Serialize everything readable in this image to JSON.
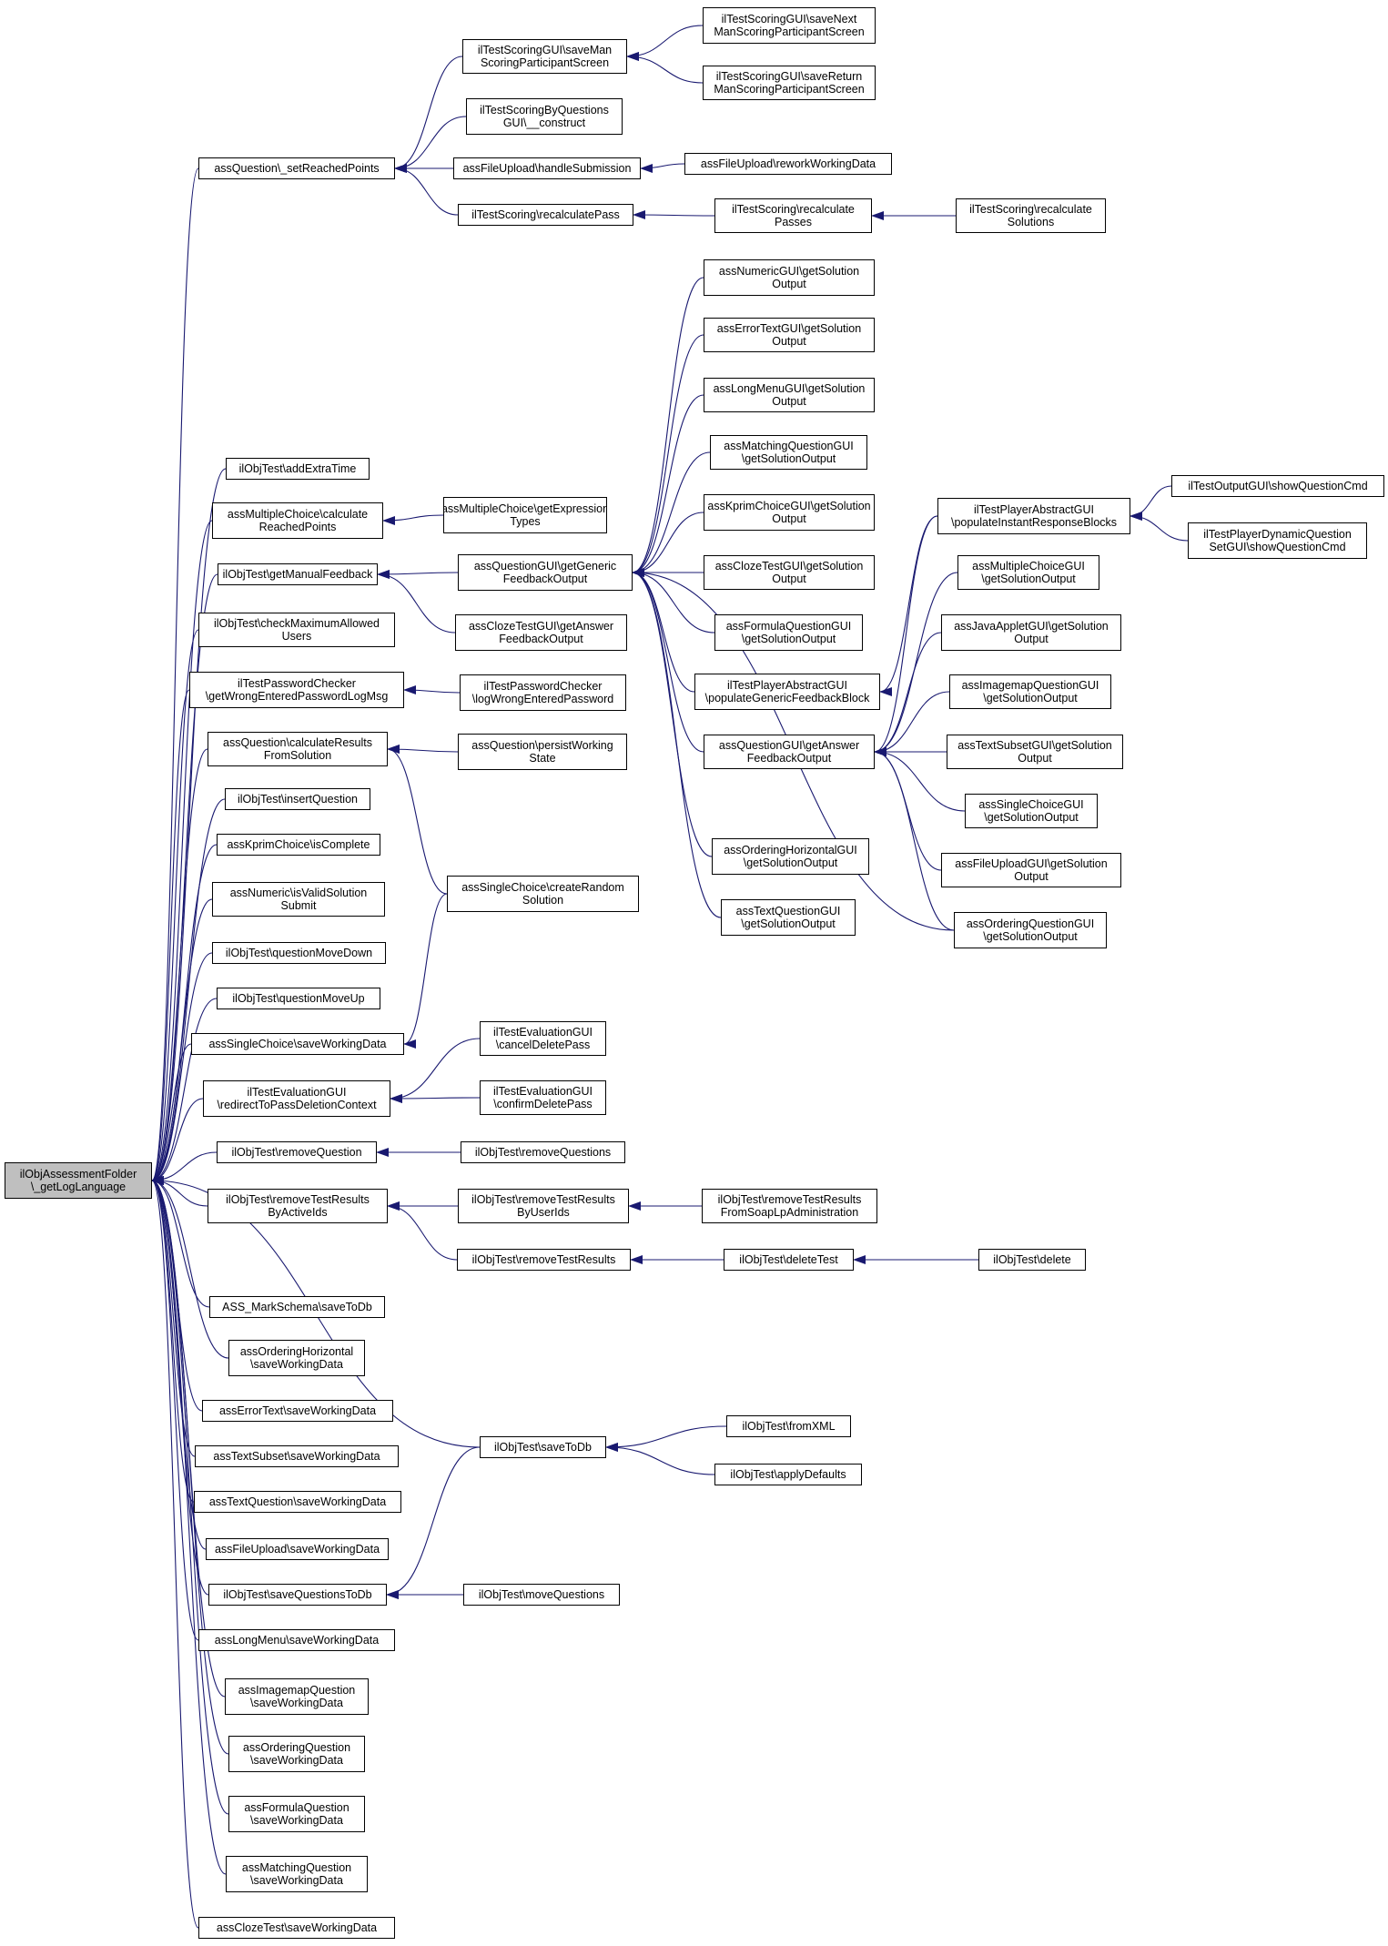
{
  "diagram": {
    "root": "n0",
    "nodes": [
      {
        "id": "n0",
        "label": "ilObjAssessmentFolder\n\\_getLogLanguage"
      },
      {
        "id": "n1",
        "label": "assQuestion\\_setReachedPoints"
      },
      {
        "id": "n2",
        "label": "ilTestScoringGUI\\saveMan\nScoringParticipantScreen"
      },
      {
        "id": "n3",
        "label": "ilTestScoringGUI\\saveNext\nManScoringParticipantScreen"
      },
      {
        "id": "n4",
        "label": "ilTestScoringGUI\\saveReturn\nManScoringParticipantScreen"
      },
      {
        "id": "n5",
        "label": "ilTestScoringByQuestions\nGUI\\__construct"
      },
      {
        "id": "n6",
        "label": "assFileUpload\\handleSubmission"
      },
      {
        "id": "n7",
        "label": "assFileUpload\\reworkWorkingData"
      },
      {
        "id": "n8",
        "label": "ilTestScoring\\recalculatePass"
      },
      {
        "id": "n9",
        "label": "ilTestScoring\\recalculate\nPasses"
      },
      {
        "id": "n10",
        "label": "ilTestScoring\\recalculate\nSolutions"
      },
      {
        "id": "n11",
        "label": "assNumericGUI\\getSolution\nOutput"
      },
      {
        "id": "n12",
        "label": "assErrorTextGUI\\getSolution\nOutput"
      },
      {
        "id": "n13",
        "label": "assLongMenuGUI\\getSolution\nOutput"
      },
      {
        "id": "n14",
        "label": "assMatchingQuestionGUI\n\\getSolutionOutput"
      },
      {
        "id": "n15",
        "label": "assKprimChoiceGUI\\getSolution\nOutput"
      },
      {
        "id": "n16",
        "label": "assClozeTestGUI\\getSolution\nOutput"
      },
      {
        "id": "n17",
        "label": "assFormulaQuestionGUI\n\\getSolutionOutput"
      },
      {
        "id": "n18",
        "label": "ilTestPlayerAbstractGUI\n\\populateGenericFeedbackBlock"
      },
      {
        "id": "n19",
        "label": "assQuestionGUI\\getAnswer\nFeedbackOutput"
      },
      {
        "id": "n20",
        "label": "assOrderingHorizontalGUI\n\\getSolutionOutput"
      },
      {
        "id": "n21",
        "label": "assTextQuestionGUI\n\\getSolutionOutput"
      },
      {
        "id": "n22",
        "label": "ilTestPlayerAbstractGUI\n\\populateInstantResponseBlocks"
      },
      {
        "id": "n23",
        "label": "ilTestOutputGUI\\showQuestionCmd"
      },
      {
        "id": "n24",
        "label": "ilTestPlayerDynamicQuestion\nSetGUI\\showQuestionCmd"
      },
      {
        "id": "n25",
        "label": "assMultipleChoiceGUI\n\\getSolutionOutput"
      },
      {
        "id": "n26",
        "label": "assJavaAppletGUI\\getSolution\nOutput"
      },
      {
        "id": "n27",
        "label": "assImagemapQuestionGUI\n\\getSolutionOutput"
      },
      {
        "id": "n28",
        "label": "assTextSubsetGUI\\getSolution\nOutput"
      },
      {
        "id": "n29",
        "label": "assSingleChoiceGUI\n\\getSolutionOutput"
      },
      {
        "id": "n30",
        "label": "assFileUploadGUI\\getSolution\nOutput"
      },
      {
        "id": "n31",
        "label": "assOrderingQuestionGUI\n\\getSolutionOutput"
      },
      {
        "id": "n32",
        "label": "ilObjTest\\addExtraTime"
      },
      {
        "id": "n33",
        "label": "assMultipleChoice\\calculate\nReachedPoints"
      },
      {
        "id": "n34",
        "label": "assMultipleChoice\\getExpression\nTypes"
      },
      {
        "id": "n35",
        "label": "ilObjTest\\getManualFeedback"
      },
      {
        "id": "n36",
        "label": "assQuestionGUI\\getGeneric\nFeedbackOutput"
      },
      {
        "id": "n37",
        "label": "assClozeTestGUI\\getAnswer\nFeedbackOutput"
      },
      {
        "id": "n38",
        "label": "ilObjTest\\checkMaximumAllowed\nUsers"
      },
      {
        "id": "n39",
        "label": "ilTestPasswordChecker\n\\getWrongEnteredPasswordLogMsg"
      },
      {
        "id": "n40",
        "label": "ilTestPasswordChecker\n\\logWrongEnteredPassword"
      },
      {
        "id": "n41",
        "label": "assQuestion\\calculateResults\nFromSolution"
      },
      {
        "id": "n42",
        "label": "assQuestion\\persistWorking\nState"
      },
      {
        "id": "n43",
        "label": "ilObjTest\\insertQuestion"
      },
      {
        "id": "n44",
        "label": "assKprimChoice\\isComplete"
      },
      {
        "id": "n45",
        "label": "assNumeric\\isValidSolution\nSubmit"
      },
      {
        "id": "n46",
        "label": "assSingleChoice\\createRandom\nSolution"
      },
      {
        "id": "n47",
        "label": "ilObjTest\\questionMoveDown"
      },
      {
        "id": "n48",
        "label": "ilObjTest\\questionMoveUp"
      },
      {
        "id": "n49",
        "label": "assSingleChoice\\saveWorkingData"
      },
      {
        "id": "n50",
        "label": "ilTestEvaluationGUI\n\\cancelDeletePass"
      },
      {
        "id": "n51",
        "label": "ilTestEvaluationGUI\n\\redirectToPassDeletionContext"
      },
      {
        "id": "n52",
        "label": "ilTestEvaluationGUI\n\\confirmDeletePass"
      },
      {
        "id": "n53",
        "label": "ilObjTest\\removeQuestion"
      },
      {
        "id": "n54",
        "label": "ilObjTest\\removeQuestions"
      },
      {
        "id": "n55",
        "label": "ilObjTest\\removeTestResults\nByActiveIds"
      },
      {
        "id": "n56",
        "label": "ilObjTest\\removeTestResults\nByUserIds"
      },
      {
        "id": "n57",
        "label": "ilObjTest\\removeTestResults\nFromSoapLpAdministration"
      },
      {
        "id": "n58",
        "label": "ilObjTest\\removeTestResults"
      },
      {
        "id": "n59",
        "label": "ilObjTest\\deleteTest"
      },
      {
        "id": "n60",
        "label": "ilObjTest\\delete"
      },
      {
        "id": "n61",
        "label": "ASS_MarkSchema\\saveToDb"
      },
      {
        "id": "n62",
        "label": "assOrderingHorizontal\n\\saveWorkingData"
      },
      {
        "id": "n63",
        "label": "assErrorText\\saveWorkingData"
      },
      {
        "id": "n64",
        "label": "assTextSubset\\saveWorkingData"
      },
      {
        "id": "n65",
        "label": "ilObjTest\\saveToDb"
      },
      {
        "id": "n66",
        "label": "ilObjTest\\fromXML"
      },
      {
        "id": "n67",
        "label": "ilObjTest\\applyDefaults"
      },
      {
        "id": "n68",
        "label": "assTextQuestion\\saveWorkingData"
      },
      {
        "id": "n69",
        "label": "assFileUpload\\saveWorkingData"
      },
      {
        "id": "n70",
        "label": "ilObjTest\\saveQuestionsToDb"
      },
      {
        "id": "n71",
        "label": "ilObjTest\\moveQuestions"
      },
      {
        "id": "n72",
        "label": "assLongMenu\\saveWorkingData"
      },
      {
        "id": "n73",
        "label": "assImagemapQuestion\n\\saveWorkingData"
      },
      {
        "id": "n74",
        "label": "assOrderingQuestion\n\\saveWorkingData"
      },
      {
        "id": "n75",
        "label": "assFormulaQuestion\n\\saveWorkingData"
      },
      {
        "id": "n76",
        "label": "assMatchingQuestion\n\\saveWorkingData"
      },
      {
        "id": "n77",
        "label": "assClozeTest\\saveWorkingData"
      }
    ],
    "edges": [
      [
        "n1",
        "n0"
      ],
      [
        "n32",
        "n0"
      ],
      [
        "n33",
        "n0"
      ],
      [
        "n35",
        "n0"
      ],
      [
        "n38",
        "n0"
      ],
      [
        "n39",
        "n0"
      ],
      [
        "n41",
        "n0"
      ],
      [
        "n43",
        "n0"
      ],
      [
        "n44",
        "n0"
      ],
      [
        "n45",
        "n0"
      ],
      [
        "n47",
        "n0"
      ],
      [
        "n48",
        "n0"
      ],
      [
        "n49",
        "n0"
      ],
      [
        "n51",
        "n0"
      ],
      [
        "n53",
        "n0"
      ],
      [
        "n55",
        "n0"
      ],
      [
        "n61",
        "n0"
      ],
      [
        "n62",
        "n0"
      ],
      [
        "n63",
        "n0"
      ],
      [
        "n64",
        "n0"
      ],
      [
        "n65",
        "n0"
      ],
      [
        "n68",
        "n0"
      ],
      [
        "n69",
        "n0"
      ],
      [
        "n70",
        "n0"
      ],
      [
        "n72",
        "n0"
      ],
      [
        "n73",
        "n0"
      ],
      [
        "n74",
        "n0"
      ],
      [
        "n75",
        "n0"
      ],
      [
        "n76",
        "n0"
      ],
      [
        "n77",
        "n0"
      ],
      [
        "n2",
        "n1"
      ],
      [
        "n5",
        "n1"
      ],
      [
        "n6",
        "n1"
      ],
      [
        "n8",
        "n1"
      ],
      [
        "n3",
        "n2"
      ],
      [
        "n4",
        "n2"
      ],
      [
        "n7",
        "n6"
      ],
      [
        "n9",
        "n8"
      ],
      [
        "n10",
        "n9"
      ],
      [
        "n34",
        "n33"
      ],
      [
        "n36",
        "n35"
      ],
      [
        "n37",
        "n35"
      ],
      [
        "n11",
        "n36"
      ],
      [
        "n12",
        "n36"
      ],
      [
        "n13",
        "n36"
      ],
      [
        "n14",
        "n36"
      ],
      [
        "n15",
        "n36"
      ],
      [
        "n16",
        "n36"
      ],
      [
        "n17",
        "n36"
      ],
      [
        "n18",
        "n36"
      ],
      [
        "n19",
        "n36"
      ],
      [
        "n20",
        "n36"
      ],
      [
        "n21",
        "n36"
      ],
      [
        "n31",
        "n36"
      ],
      [
        "n22",
        "n18"
      ],
      [
        "n23",
        "n22"
      ],
      [
        "n24",
        "n22"
      ],
      [
        "n22",
        "n19"
      ],
      [
        "n25",
        "n19"
      ],
      [
        "n26",
        "n19"
      ],
      [
        "n27",
        "n19"
      ],
      [
        "n28",
        "n19"
      ],
      [
        "n29",
        "n19"
      ],
      [
        "n30",
        "n19"
      ],
      [
        "n31",
        "n19"
      ],
      [
        "n40",
        "n39"
      ],
      [
        "n42",
        "n41"
      ],
      [
        "n46",
        "n41"
      ],
      [
        "n46",
        "n49"
      ],
      [
        "n50",
        "n51"
      ],
      [
        "n52",
        "n51"
      ],
      [
        "n54",
        "n53"
      ],
      [
        "n56",
        "n55"
      ],
      [
        "n58",
        "n55"
      ],
      [
        "n57",
        "n56"
      ],
      [
        "n59",
        "n58"
      ],
      [
        "n60",
        "n59"
      ],
      [
        "n66",
        "n65"
      ],
      [
        "n67",
        "n65"
      ],
      [
        "n65",
        "n70"
      ],
      [
        "n71",
        "n70"
      ]
    ]
  }
}
